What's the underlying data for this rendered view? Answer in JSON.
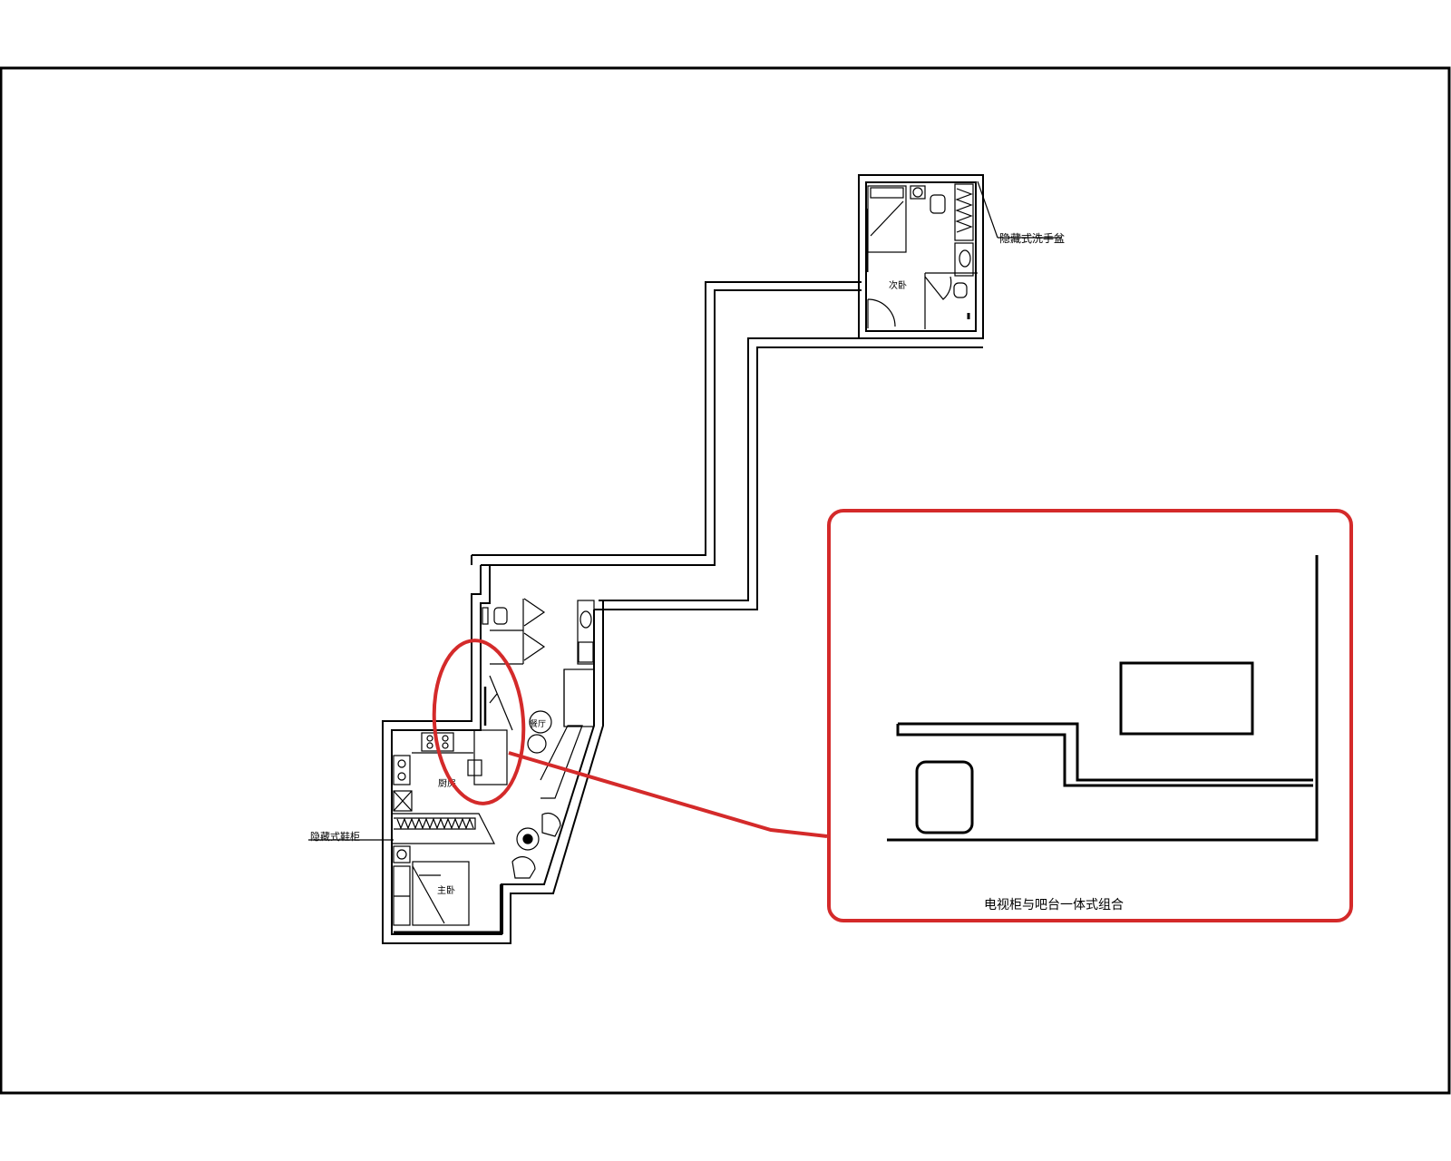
{
  "labels": {
    "hidden_basin": "隐藏式洗手盆",
    "secondary_bedroom": "次卧",
    "kitchen": "厨房",
    "hidden_shoe_cabinet": "隐藏式鞋柜",
    "master_bedroom": "主卧",
    "dining": "餐厅",
    "callout_caption": "电视柜与吧台一体式组合"
  },
  "colors": {
    "line": "#000000",
    "highlight": "#d42a2a",
    "background": "#ffffff"
  }
}
